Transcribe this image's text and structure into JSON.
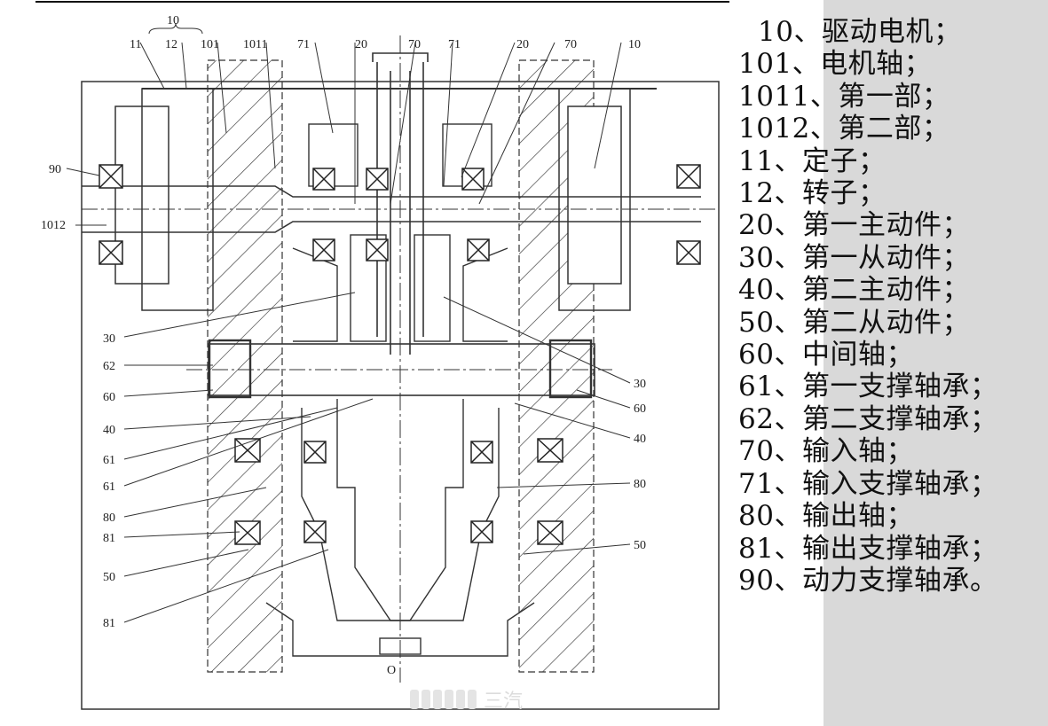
{
  "drawing": {
    "group_label": "10",
    "origin_label": "O",
    "callouts_top": [
      "11",
      "12",
      "101",
      "1011",
      "71",
      "20",
      "70",
      "71",
      "20",
      "70",
      "10"
    ],
    "callouts_left": [
      "90",
      "1012",
      "30",
      "62",
      "60",
      "40",
      "61",
      "61",
      "80",
      "81",
      "50",
      "81"
    ],
    "callouts_right": [
      "30",
      "60",
      "40",
      "80",
      "50"
    ]
  },
  "legend": [
    "10、驱动电机；",
    "101、电机轴；",
    "1011、第一部；",
    "1012、第二部；",
    "11、定子；",
    "12、转子；",
    "20、第一主动件；",
    "30、第一从动件；",
    "40、第二主动件；",
    "50、第二从动件；",
    "60、中间轴；",
    "61、第一支撑轴承；",
    "62、第二支撑轴承；",
    "70、输入轴；",
    "71、输入支撑轴承；",
    "80、输出轴；",
    "81、输出支撑轴承；",
    "90、动力支撑轴承。"
  ],
  "watermark": "三汽"
}
